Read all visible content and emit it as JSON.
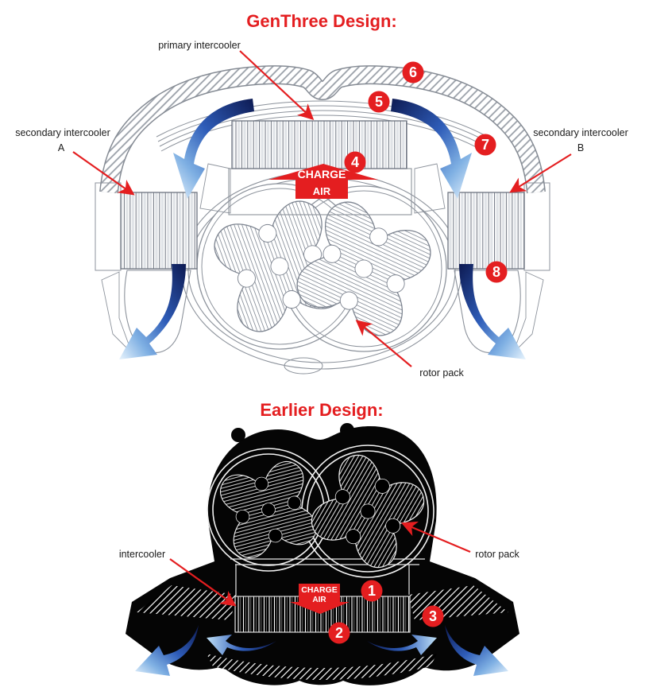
{
  "colors": {
    "accent_red": "#e41e20",
    "label_text": "#1a1a1a",
    "line_gray": "#8d939c",
    "arrow_blue_dark": "#0d1a52",
    "arrow_blue_mid": "#2e5cb8",
    "arrow_blue_light": "#e8f4fd",
    "earlier_fill": "#050505"
  },
  "genthree": {
    "title": "GenThree Design:",
    "labels": {
      "primary_intercooler": "primary intercooler",
      "secondary_a_line1": "secondary intercooler",
      "secondary_a_line2": "A",
      "secondary_b_line1": "secondary intercooler",
      "secondary_b_line2": "B",
      "rotor_pack": "rotor pack"
    },
    "charge_air": {
      "line1": "CHARGE",
      "line2": "AIR"
    },
    "callouts": {
      "c4": "4",
      "c5": "5",
      "c6": "6",
      "c7": "7",
      "c8": "8"
    }
  },
  "earlier": {
    "title": "Earlier Design:",
    "labels": {
      "intercooler": "intercooler",
      "rotor_pack": "rotor pack"
    },
    "charge_air": {
      "line1": "CHARGE",
      "line2": "AIR"
    },
    "callouts": {
      "c1": "1",
      "c2": "2",
      "c3": "3"
    }
  }
}
